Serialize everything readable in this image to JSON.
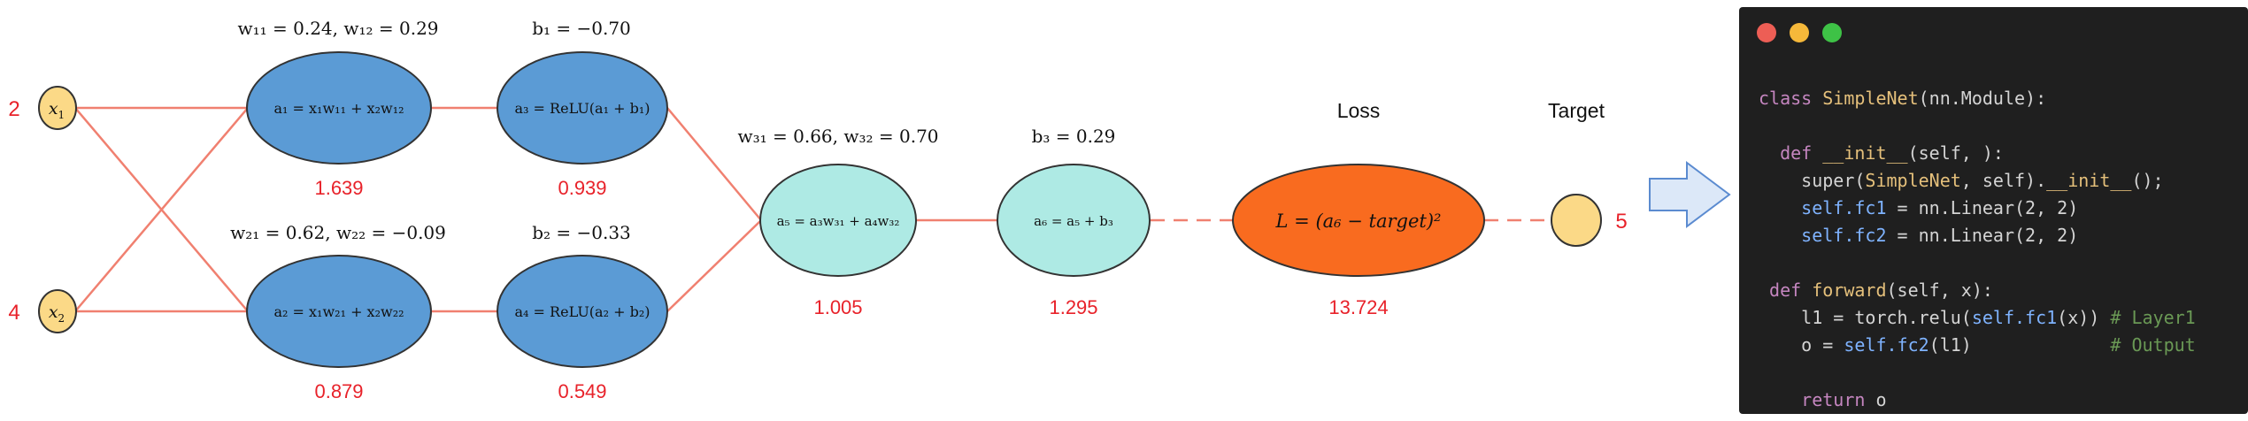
{
  "colors": {
    "edge": "#f08070",
    "input_fill": "#fbd987",
    "hidden_fill": "#5b9bd5",
    "sum_fill": "#aeeae4",
    "loss_fill": "#f96b1f",
    "value_text": "#e8222a",
    "code_bg": "#1f1f1f"
  },
  "inputs": {
    "x1": {
      "symbol": "x",
      "sub": "1",
      "value": "2"
    },
    "x2": {
      "symbol": "x",
      "sub": "2",
      "value": "4"
    }
  },
  "weights": {
    "w1": "w₁₁ = 0.24, w₁₂ = 0.29",
    "w2": "w₂₁ = 0.62, w₂₂ = −0.09",
    "w3": "w₃₁ = 0.66, w₃₂ = 0.70"
  },
  "biases": {
    "b1": "b₁ = −0.70",
    "b2": "b₂ = −0.33",
    "b3": "b₃ = 0.29"
  },
  "nodes": {
    "a1": {
      "formula": "a₁ = x₁w₁₁ + x₂w₁₂",
      "value": "1.639"
    },
    "a2": {
      "formula": "a₂ = x₁w₂₁ + x₂w₂₂",
      "value": "0.879"
    },
    "a3": {
      "formula": "a₃ = ReLU(a₁ + b₁)",
      "value": "0.939"
    },
    "a4": {
      "formula": "a₄ = ReLU(a₂ + b₂)",
      "value": "0.549"
    },
    "a5": {
      "formula": "a₅ = a₃w₃₁ + a₄w₃₂",
      "value": "1.005"
    },
    "a6": {
      "formula": "a₆ = a₅ + b₃",
      "value": "1.295"
    }
  },
  "loss": {
    "heading": "Loss",
    "formula": "L = (a₆ − target)²",
    "value": "13.724"
  },
  "target": {
    "heading": "Target",
    "value": "5"
  },
  "arrow_icon": "right-arrow-icon",
  "code": {
    "window_dots": [
      "#ed5e55",
      "#f5b83a",
      "#3ec246"
    ],
    "lines": [
      [
        {
          "t": "class ",
          "c": "kw"
        },
        {
          "t": "SimpleNet",
          "c": "cls"
        },
        {
          "t": "(nn.Module):",
          "c": "tx"
        }
      ],
      [],
      [
        {
          "t": "  def ",
          "c": "kw"
        },
        {
          "t": "__init__",
          "c": "fn"
        },
        {
          "t": "(self, ):",
          "c": "tx"
        }
      ],
      [
        {
          "t": "    super(",
          "c": "tx"
        },
        {
          "t": "SimpleNet",
          "c": "cls"
        },
        {
          "t": ", self).",
          "c": "tx"
        },
        {
          "t": "__init__",
          "c": "fn"
        },
        {
          "t": "();",
          "c": "tx"
        }
      ],
      [
        {
          "t": "    ",
          "c": "tx"
        },
        {
          "t": "self.fc1",
          "c": "sf"
        },
        {
          "t": " = nn.Linear(2, 2)",
          "c": "tx"
        }
      ],
      [
        {
          "t": "    ",
          "c": "tx"
        },
        {
          "t": "self.fc2",
          "c": "sf"
        },
        {
          "t": " = nn.Linear(2, 2)",
          "c": "tx"
        }
      ],
      [],
      [
        {
          "t": " def ",
          "c": "kw"
        },
        {
          "t": "forward",
          "c": "fn"
        },
        {
          "t": "(self, x):",
          "c": "tx"
        }
      ],
      [
        {
          "t": "    l1 = torch.relu(",
          "c": "tx"
        },
        {
          "t": "self.fc1",
          "c": "sf"
        },
        {
          "t": "(x)) ",
          "c": "tx"
        },
        {
          "t": "# Layer1",
          "c": "cm"
        }
      ],
      [
        {
          "t": "    o = ",
          "c": "tx"
        },
        {
          "t": "self.fc2",
          "c": "sf"
        },
        {
          "t": "(l1)             ",
          "c": "tx"
        },
        {
          "t": "# Output",
          "c": "cm"
        }
      ],
      [],
      [
        {
          "t": "    return ",
          "c": "kw"
        },
        {
          "t": "o",
          "c": "tx"
        }
      ]
    ]
  }
}
